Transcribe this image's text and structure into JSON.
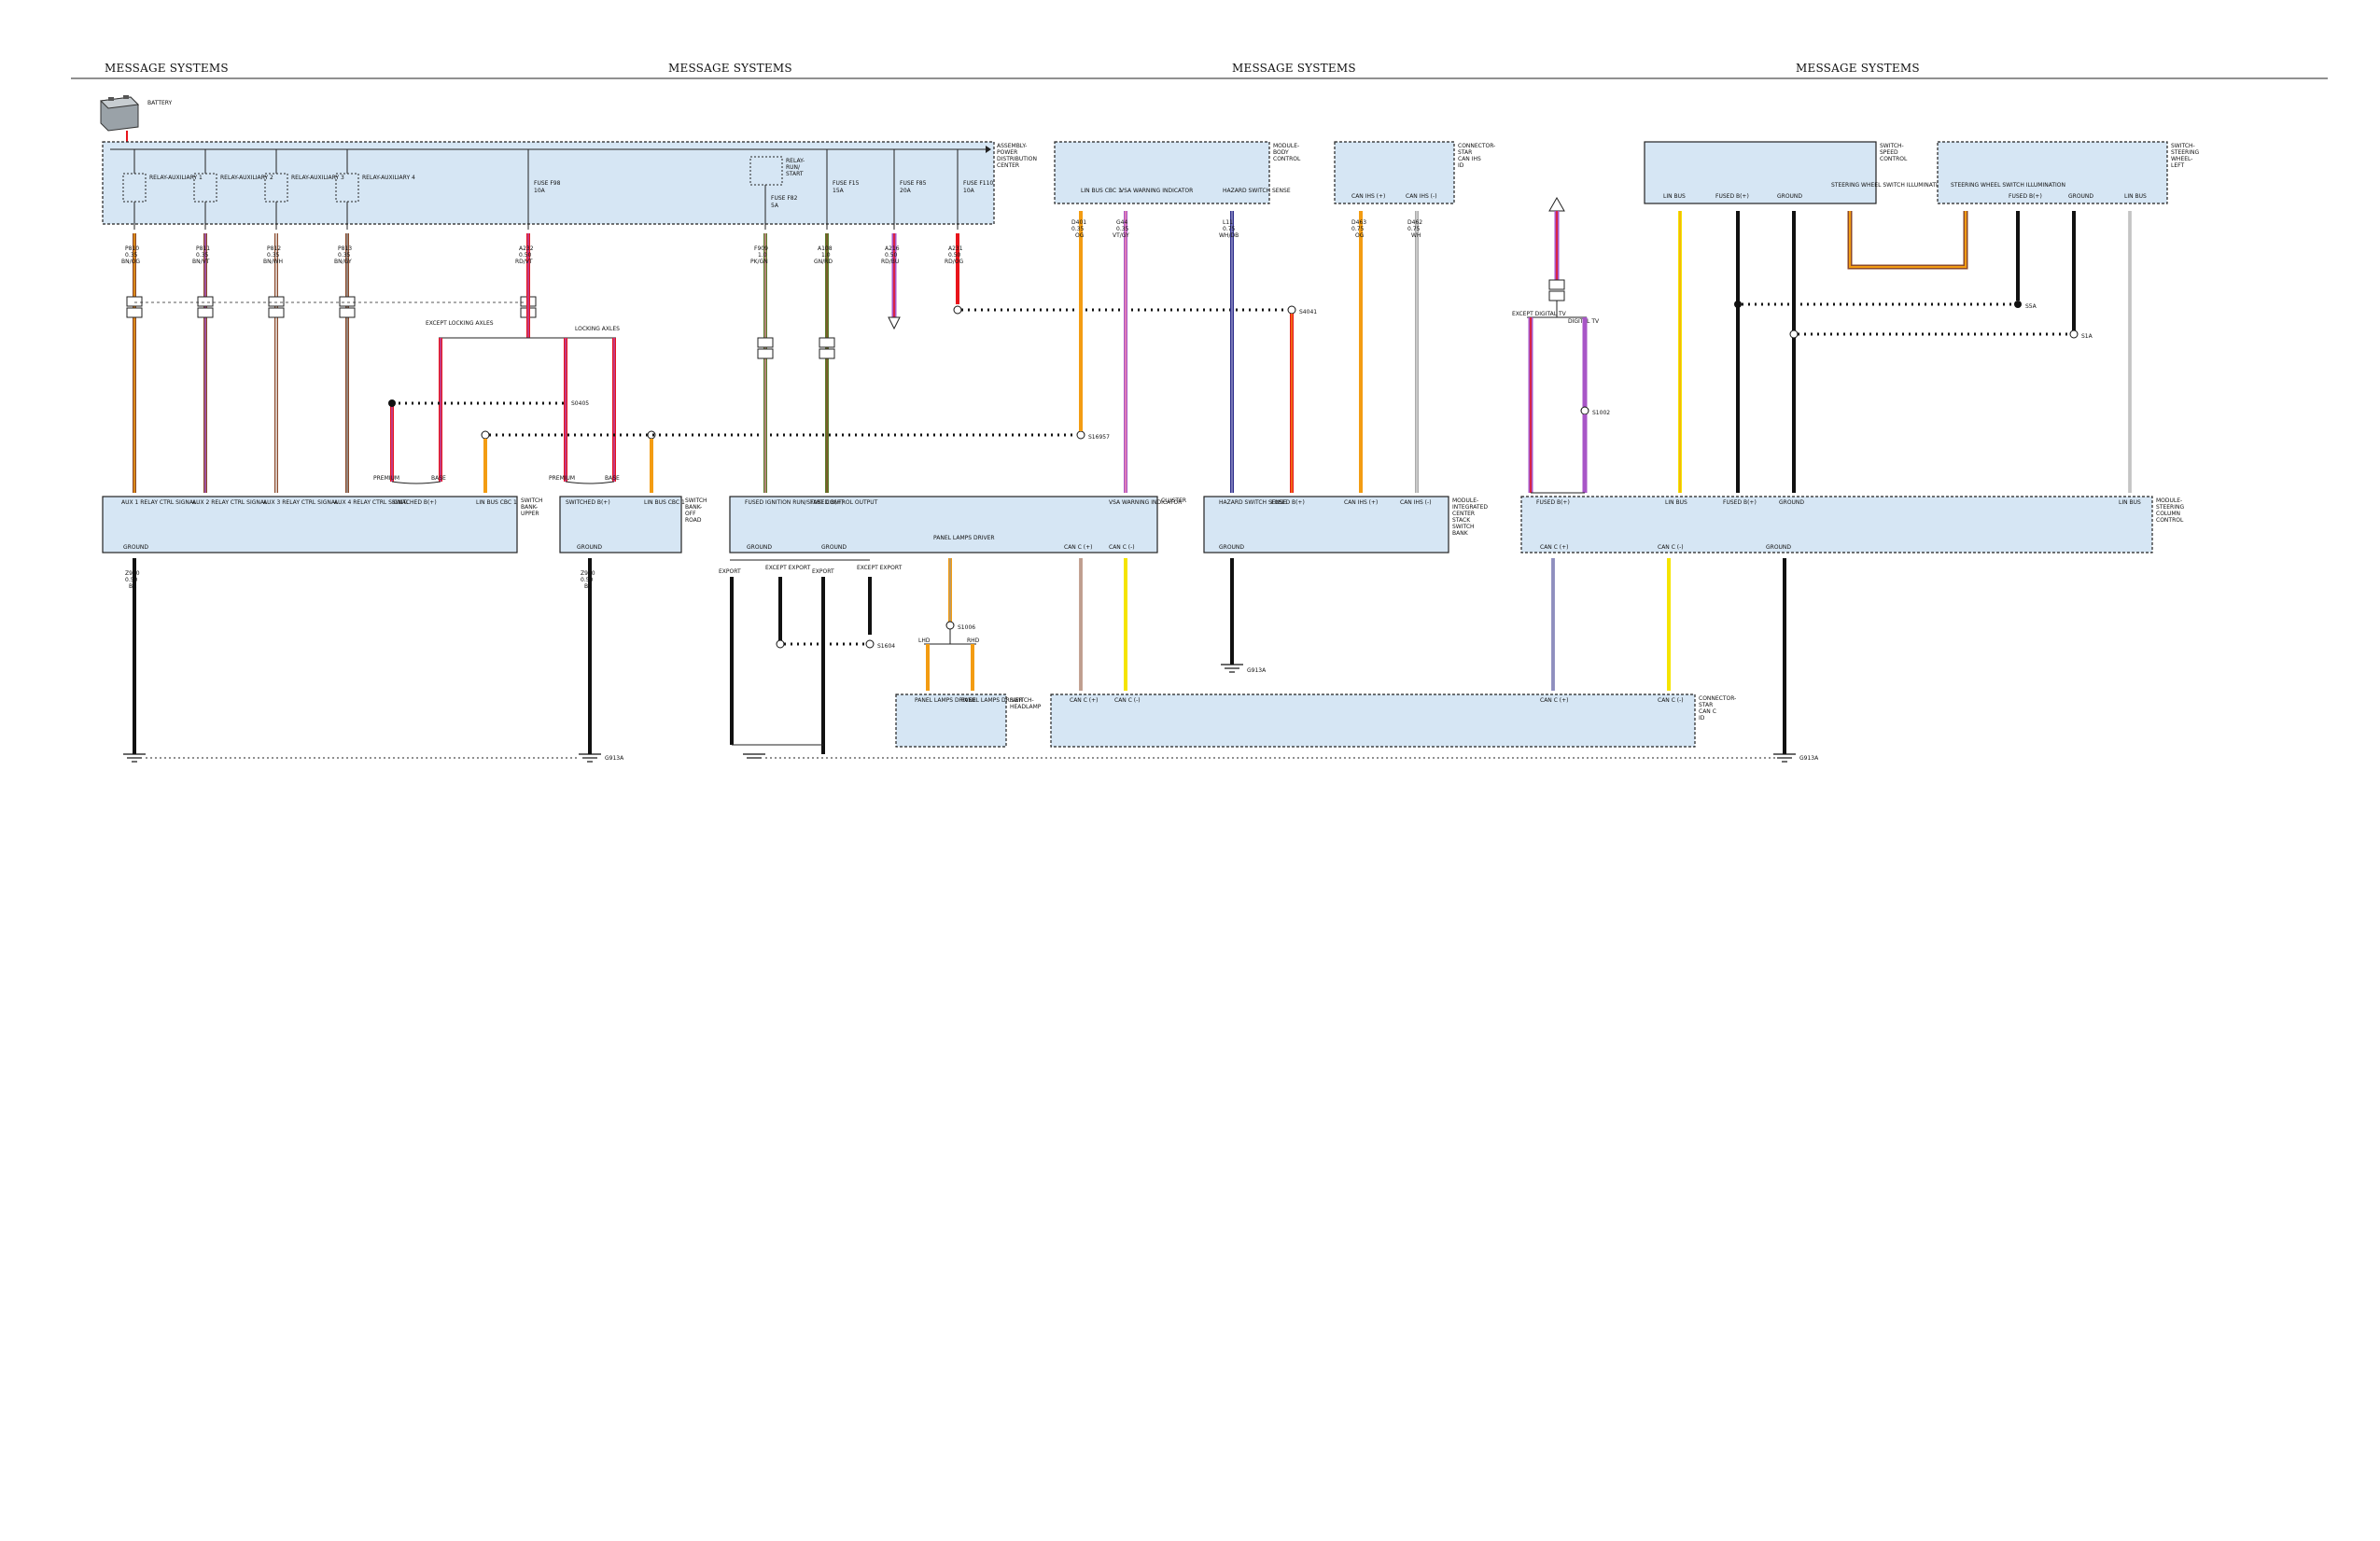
{
  "header": {
    "title": "MESSAGE SYSTEMS"
  },
  "colors": {
    "module_fill": "#d6e6f4",
    "OG": "#f39c12",
    "RD": "#e8141b",
    "BK": "#111111",
    "VT": "#a855c7",
    "YE": "#f5e400",
    "GN": "#5a7d2a",
    "BN": "#8b4a2b",
    "PK": "#f08ab0",
    "WT": "#f0f0f0",
    "DB": "#2d2d8a",
    "GY": "#999999"
  },
  "modules": {
    "pdc": {
      "lines": [
        "ASSEMBLY-",
        "POWER",
        "DISTRIBUTION",
        "CENTER"
      ]
    },
    "battery": "BATTERY",
    "relays": [
      "RELAY-AUXILIARY 1",
      "RELAY-AUXILIARY 2",
      "RELAY-AUXILIARY 3",
      "RELAY-AUXILIARY 4"
    ],
    "relay_run_start": [
      "RELAY-",
      "RUN/",
      "START"
    ],
    "fuses": [
      {
        "label": "FUSE F98",
        "amp": "10A"
      },
      {
        "label": "FUSE F82",
        "amp": "5A"
      },
      {
        "label": "FUSE F15",
        "amp": "15A"
      },
      {
        "label": "FUSE F85",
        "amp": "20A"
      },
      {
        "label": "FUSE F110",
        "amp": "10A"
      }
    ],
    "bcm": [
      "MODULE-",
      "BODY",
      "CONTROL"
    ],
    "star_ihs": [
      "CONNECTOR-",
      "STAR",
      "CAN IHS",
      "ID"
    ],
    "speed_ctrl": [
      "SWITCH-",
      "SPEED",
      "CONTROL"
    ],
    "sw_left": [
      "SWITCH-",
      "STEERING",
      "WHEEL-",
      "LEFT"
    ],
    "bank_upper": [
      "SWITCH",
      "BANK-",
      "UPPER"
    ],
    "bank_off": [
      "SWITCH",
      "BANK-",
      "OFF",
      "ROAD"
    ],
    "cluster": "CLUSTER",
    "iccs": [
      "MODULE-",
      "INTEGRATED",
      "CENTER",
      "STACK",
      "SWITCH",
      "BANK"
    ],
    "sccm": [
      "MODULE-",
      "STEERING",
      "COLUMN",
      "CONTROL"
    ],
    "headlamp": [
      "SWITCH-",
      "HEADLAMP"
    ],
    "star_canc": [
      "CONNECTOR-",
      "STAR",
      "CAN C",
      "ID"
    ]
  },
  "labels": {
    "aux_signals": [
      "AUX 1 RELAY CTRL SIGNAL",
      "AUX 2 RELAY CTRL SIGNAL",
      "AUX 3 RELAY CTRL SIGNAL",
      "AUX 4 RELAY CTRL SIGNAL"
    ],
    "switched_b": "SWITCHED B(+)",
    "lin_bus_cbc1": "LIN BUS CBC 1",
    "ground": "GROUND",
    "fused_ignition": "FUSED IGNITION RUN/START CONTROL OUTPUT",
    "fused_b": "FUSED B(+)",
    "panel_lamps_driver": "PANEL LAMPS DRIVER",
    "can_c_plus": "CAN C (+)",
    "can_c_minus": "CAN C (-)",
    "vsa_warning": "VSA WARNING INDICATOR",
    "hazard": "HAZARD SWITCH SENSE",
    "can_ihs_plus": "CAN IHS (+)",
    "can_ihs_minus": "CAN IHS (-)",
    "lin_bus": "LIN BUS",
    "sw_illum": "STEERING WHEEL SWITCH ILLUMINATION",
    "premium": "PREMIUM",
    "base": "BASE",
    "except_locking": "EXCEPT LOCKING AXLES",
    "locking": "LOCKING AXLES",
    "except_digital": "EXCEPT DIGITAL TV",
    "digital": "DIGITAL TV",
    "export": "EXPORT",
    "except_export": "EXCEPT EXPORT",
    "lhd": "LHD",
    "rhd": "RHD"
  },
  "splices": [
    "S0405",
    "S16957",
    "S4041",
    "S1002",
    "S1006",
    "S1604",
    "S5A",
    "S1A"
  ],
  "grounds": [
    "G913A",
    "G913A",
    "G913A"
  ],
  "wires": {
    "aux1": {
      "code": "P810",
      "gauge": "0.35",
      "color": "BN/OG"
    },
    "aux2": {
      "code": "P811",
      "gauge": "0.35",
      "color": "BN/VT"
    },
    "aux3": {
      "code": "P812",
      "gauge": "0.35",
      "color": "BN/WH"
    },
    "aux4": {
      "code": "P813",
      "gauge": "0.35",
      "color": "BN/GY"
    },
    "f98": {
      "code": "A232",
      "gauge": "0.50",
      "color": "RD/VT"
    },
    "f82": {
      "code": "F909",
      "gauge": "1.0",
      "color": "PK/GN"
    },
    "f15": {
      "code": "A108",
      "gauge": "1.0",
      "color": "GN/RD"
    },
    "f85": {
      "code": "A216",
      "gauge": "0.50",
      "color": "RD/BU"
    },
    "f110": {
      "code": "A231",
      "gauge": "0.50",
      "color": "RD/OG"
    },
    "lin_bcm": {
      "code": "D401",
      "gauge": "0.35",
      "color": "OG"
    },
    "vsa": {
      "code": "G44",
      "gauge": "0.35",
      "color": "VT/GY"
    },
    "hazard": {
      "code": "L11",
      "gauge": "0.75",
      "color": "WH/DB"
    },
    "ihs_plus": {
      "code": "D463",
      "gauge": "0.75",
      "color": "OG"
    },
    "ihs_minus": {
      "code": "D462",
      "gauge": "0.75",
      "color": "WH"
    },
    "gnd_z910": {
      "code": "Z910",
      "gauge": "0.50",
      "color": "BK"
    }
  }
}
